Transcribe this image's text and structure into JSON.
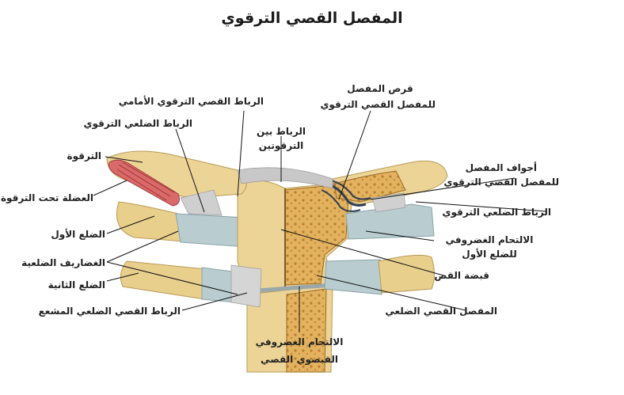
{
  "title": "المفصل القصي الترقوي",
  "labels": {
    "clavicle": "الترقوة",
    "subclavius": "العضلة تحت الترقوة",
    "first_rib": "الضلع الأول",
    "costal_cartilages": "الغضاريف الضلعية",
    "second_rib": "الضلع الثانية",
    "costoclavicular_lig": "الرباط الضلعي الترقوي",
    "anterior_sc_lig": "الرباط القصي الترقوي الأمامي",
    "interclavicular_lig": [
      "الرباط بين",
      "الترقوتين"
    ],
    "articular_disc": [
      "قرص المفصل",
      "للمفصل القصي الترقوي"
    ],
    "joint_cavities": [
      "أجواف المفصل",
      "للمفصل القصي الترقوي"
    ],
    "costoclavicular_lig_right": "الرباط الضلعي الترقوي",
    "synchondrosis_first_rib": [
      "الالتحام الغضروفي",
      "للضلع الأول"
    ],
    "manubrium": "قبضة القص",
    "radiate_sc_lig": "الرباط القصي الضلعي المشعع",
    "sternocostal_joint": "المفصل القصي الضلعي",
    "manubriosternal_synchondrosis": [
      "الالتحام الغضروفي",
      "القبضوي القصي"
    ]
  }
}
